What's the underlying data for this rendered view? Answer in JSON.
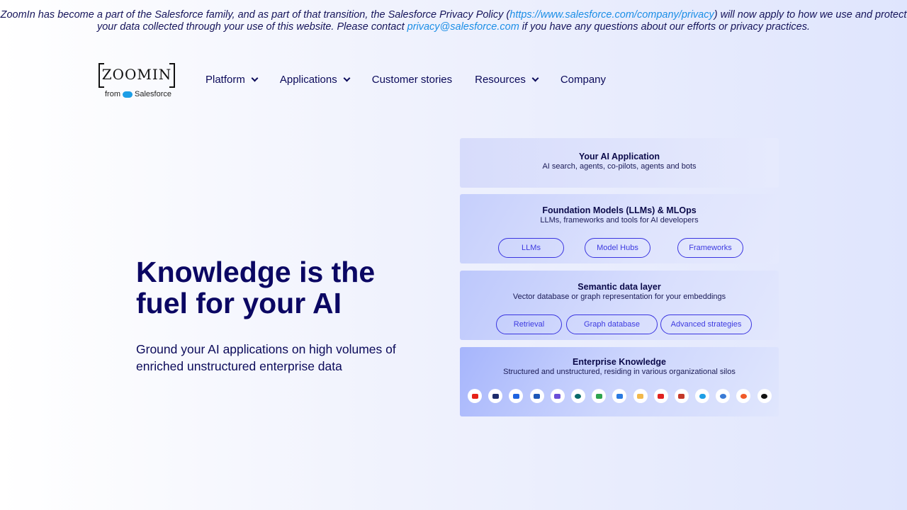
{
  "notice": {
    "text_before": "ZoomIn has become a part of the Salesforce family, and as part of that transition, the Salesforce Privacy Policy (",
    "policy_link": "https://www.salesforce.com/company/privacy",
    "text_middle": ") will now apply to how we use and protect your data collected through your use of this website. Please contact ",
    "email_link": "privacy@salesforce.com",
    "text_after": " if you have any questions about our efforts or privacy practices."
  },
  "logo": {
    "name": "ZOOMIN",
    "from": "from",
    "parent": "Salesforce"
  },
  "nav": {
    "items": [
      {
        "label": "Platform",
        "dropdown": true
      },
      {
        "label": "Applications",
        "dropdown": true
      },
      {
        "label": "Customer stories",
        "dropdown": false
      },
      {
        "label": "Resources",
        "dropdown": true
      },
      {
        "label": "Company",
        "dropdown": false
      }
    ]
  },
  "hero": {
    "title": "Knowledge is the fuel for your AI",
    "subtitle": "Ground your AI applications on high volumes of enriched unstructured enterprise data"
  },
  "diagram": {
    "layers": [
      {
        "title": "Your AI Application",
        "subtitle": "AI search, agents, co-pilots, agents and bots",
        "pills": []
      },
      {
        "title": "Foundation Models (LLMs) & MLOps",
        "subtitle": "LLMs, frameworks and tools for AI developers",
        "pills": [
          "LLMs",
          "Model Hubs",
          "Frameworks"
        ]
      },
      {
        "title": "Semantic data layer",
        "subtitle": "Vector database or graph representation for your embeddings",
        "pills": [
          "Retrieval",
          "Graph database",
          "Advanced strategies"
        ]
      },
      {
        "title": "Enterprise Knowledge",
        "subtitle": "Structured and unstructured, residing in various organizational silos",
        "pills": []
      }
    ],
    "source_icons": [
      {
        "name": "youtube-icon",
        "color": "#e62117"
      },
      {
        "name": "network-icon",
        "color": "#1d2b6b"
      },
      {
        "name": "confluence-icon",
        "color": "#1e63e0"
      },
      {
        "name": "word-icon",
        "color": "#1d57b8"
      },
      {
        "name": "document-icon",
        "color": "#6b4fd8"
      },
      {
        "name": "sharepoint-icon",
        "color": "#0a6a6a"
      },
      {
        "name": "google-drive-icon",
        "color": "#2ea44f"
      },
      {
        "name": "jira-icon",
        "color": "#2a7ae2"
      },
      {
        "name": "link-icon",
        "color": "#f2b84b"
      },
      {
        "name": "adobe-icon",
        "color": "#e02020"
      },
      {
        "name": "office-icon",
        "color": "#c3382a"
      },
      {
        "name": "salesforce-icon",
        "color": "#1d9ee6"
      },
      {
        "name": "gear-db-icon",
        "color": "#3a7bd5"
      },
      {
        "name": "starburst-icon",
        "color": "#f05a28"
      },
      {
        "name": "openai-icon",
        "color": "#111111"
      }
    ]
  }
}
